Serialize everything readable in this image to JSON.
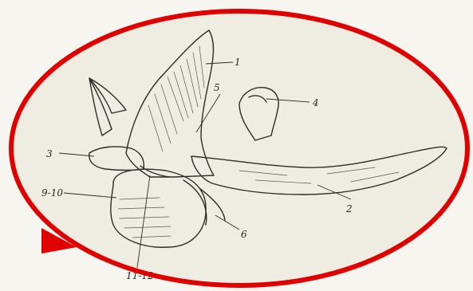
{
  "figure": {
    "labels": {
      "l1": "1",
      "l2": "2",
      "l3": "3",
      "l4": "4",
      "l5": "5",
      "l6": "6",
      "l9_10": "9-10",
      "l11_12": "11-12"
    },
    "colors": {
      "frame_red": "#e00000",
      "paper": "#f1efe6",
      "ink": "#2f2b27"
    }
  }
}
